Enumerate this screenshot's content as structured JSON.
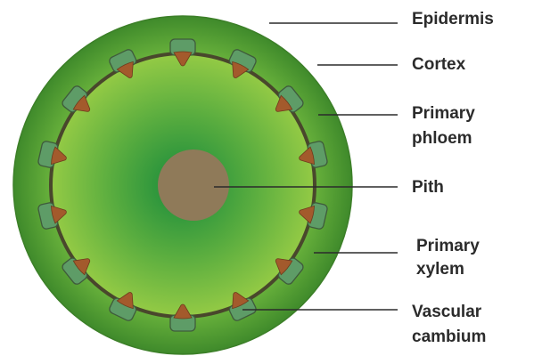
{
  "labels": {
    "epidermis": "Epidermis",
    "cortex": "Cortex",
    "phloem_line1": "Primary",
    "phloem_line2": "phloem",
    "pith": "Pith",
    "xylem_line1": "Primary",
    "xylem_line2": "xylem",
    "cambium_line1": "Vascular",
    "cambium_line2": "cambium"
  },
  "colors": {
    "epidermis_green": "#4d9a2f",
    "cortex_light_green": "#79c142",
    "stele_dark_green": "#1f8a3a",
    "stele_light_green": "#8cc640",
    "pith_brown": "#8f7a59",
    "phloem_fill": "#5e9c67",
    "xylem_fill": "#a35a2c",
    "cambium_ring": "#49472c",
    "label_text": "#2b2b2b"
  },
  "vascular_bundle_count": 14
}
